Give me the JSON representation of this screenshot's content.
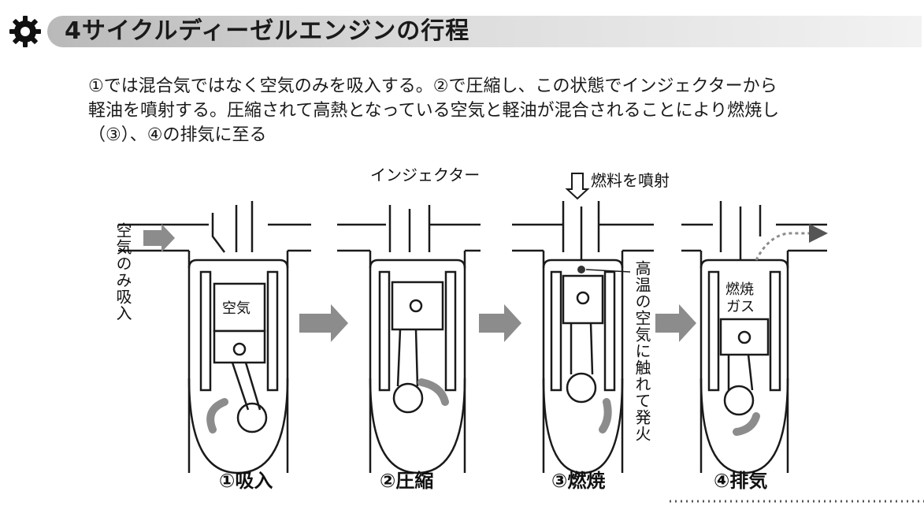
{
  "header": {
    "title": "4サイクルディーゼルエンジンの行程",
    "icon": "gear-icon"
  },
  "description": {
    "lines": [
      "①では混合気ではなく空気のみを吸入する。②で圧縮し、この状態でインジェクターから",
      "軽油を噴射する。圧縮されて高熱となっている空気と軽油が混合されることにより燃焼し",
      "（③）、④の排気に至る"
    ]
  },
  "labels": {
    "intake_air": "空気のみ吸入",
    "injector": "インジェクター",
    "fuel_injection": "燃料を噴射",
    "ignition": "高温の空気に触れて発火",
    "air": "空気",
    "combustion_gas_1": "燃焼",
    "combustion_gas_2": "ガス"
  },
  "stages": [
    {
      "label": "①吸入"
    },
    {
      "label": "②圧縮"
    },
    {
      "label": "③燃焼"
    },
    {
      "label": "④排気"
    }
  ],
  "colors": {
    "arrow_gray": "#8c8c8c",
    "ink": "#1a1a1a",
    "header_band": "#c8c8c8"
  }
}
